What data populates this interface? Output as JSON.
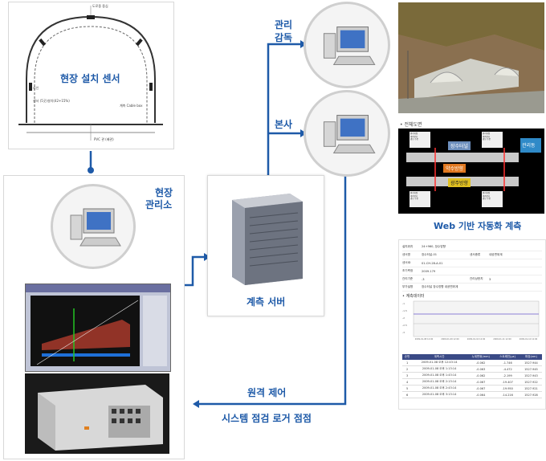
{
  "site_sensor": {
    "label": "현장 설치 센서",
    "top_note": "도로중 중심",
    "left_note": "라인",
    "sensor_note": "센서 (5곳)설치(42+15%)",
    "cable_note": "계측 Cable box",
    "bottom_note": "PVC 관 (배관)"
  },
  "site_office": {
    "label_line1": "현장",
    "label_line2": "관리소"
  },
  "server": {
    "label": "계측 서버"
  },
  "supervision": {
    "label_line1": "관리",
    "label_line2": "감독"
  },
  "hq": {
    "label": "본사"
  },
  "remote": {
    "label": "원격 제어"
  },
  "logger_check": {
    "label": "시스템 점검 로거 점점"
  },
  "web": {
    "label": "Web 기반 자동화 계측",
    "overview_title": "• 전체도면",
    "tunnel_top": "장수터널",
    "tunnel_mid": "약수방향",
    "tunnel_bottom": "광주방향",
    "right_label": "관리동",
    "sensor_box_text": "센서지점\n계측번호\n경보 수준"
  },
  "report": {
    "rows": [
      [
        "설치위치",
        "24+960, 장수방향",
        "",
        ""
      ],
      [
        "센서명",
        "장수터널-01",
        "센서종류",
        "내공변위계"
      ],
      [
        "센서ID",
        "01-CH-28-A-01",
        "",
        ""
      ],
      [
        "초기측정",
        "2009.179",
        "",
        ""
      ],
      [
        "관리기준",
        "-3",
        "관리상한치",
        "3"
      ],
      [
        "부가설명",
        "장수터널 장수방향 내공변위계",
        "",
        ""
      ]
    ],
    "section_title": "• 계측데이터",
    "chart_ticks": [
      "-1",
      "-1.5",
      "-2",
      "-2.5",
      "-3"
    ],
    "x_ticks": [
      "2009-01-08 12:00",
      "2009-01-09 12:00",
      "2009-01-10 12:00",
      "2009-01-11 12:00",
      "2009-01-12 12:00"
    ],
    "table_headers": [
      "순번",
      "계측시간",
      "누계변위(mm)",
      "스트레인(με)",
      "파장(nm)"
    ],
    "table_rows": [
      [
        "1",
        "2009-01-08 오후 12:43:14",
        "-0.062",
        "-1.746",
        "1527.944"
      ],
      [
        "2",
        "2009-01-08 오후 1:13:14",
        "-0.063",
        "-4.472",
        "1527.945"
      ],
      [
        "3",
        "2009-01-08 오후 1:43:14",
        "-0.062",
        "-2.199",
        "1527.943"
      ],
      [
        "4",
        "2009-01-08 오후 2:13:14",
        "-0.067",
        "-19.407",
        "1527.922"
      ],
      [
        "5",
        "2009-01-08 오후 2:43:14",
        "-0.067",
        "-19.950",
        "1527.921"
      ],
      [
        "6",
        "2009-01-08 오후 3:13:14",
        "-0.064",
        "-14.216",
        "1527.928"
      ]
    ]
  },
  "colors": {
    "accent": "#1e5aa8",
    "connector": "#1e5aa8"
  }
}
